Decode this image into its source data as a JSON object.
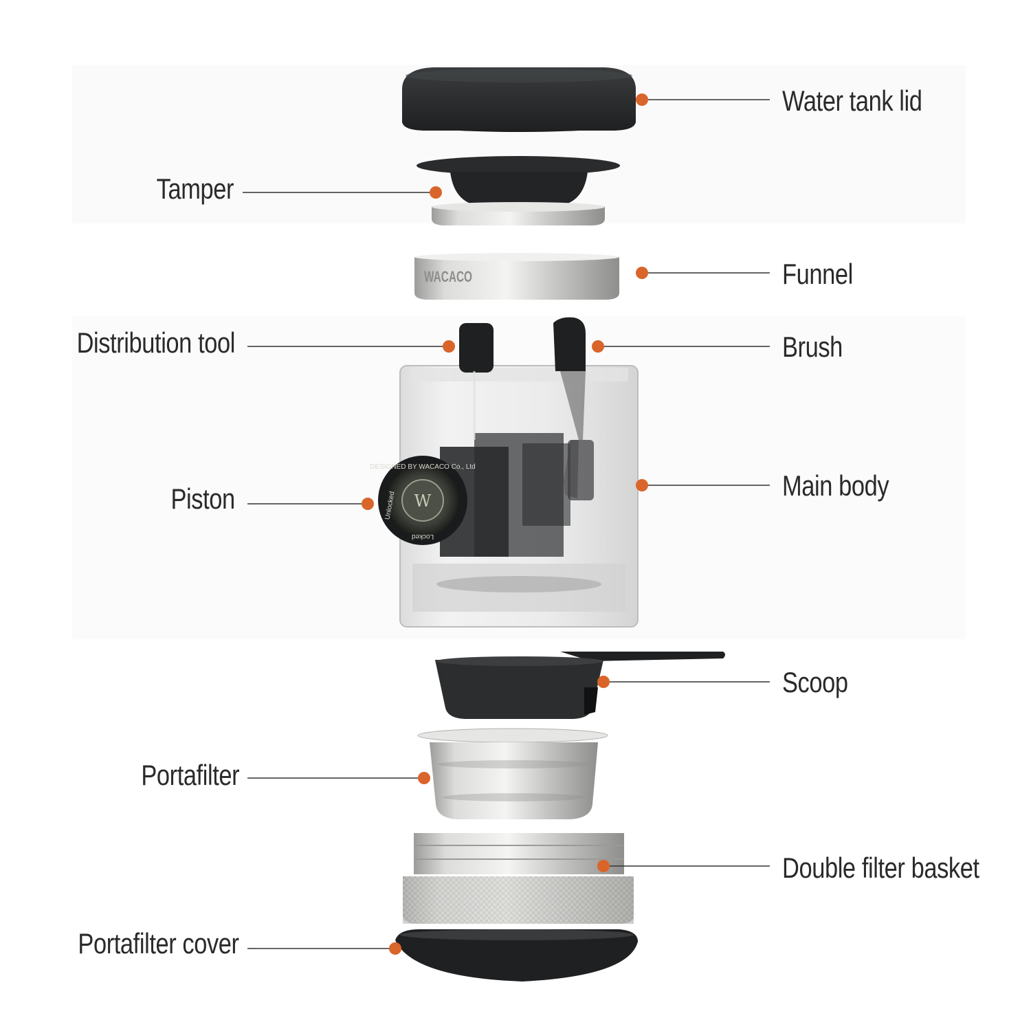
{
  "labels": {
    "water_tank_lid": "Water tank lid",
    "tamper": "Tamper",
    "funnel": "Funnel",
    "distribution_tool": "Distribution tool",
    "brush": "Brush",
    "piston": "Piston",
    "main_body": "Main body",
    "scoop": "Scoop",
    "portafilter": "Portafilter",
    "double_filter_basket": "Double filter basket",
    "portafilter_cover": "Portafilter cover"
  },
  "engravings": {
    "funnel_brand": "WACACO",
    "piston_top": "DESIGNED BY WACACO Co., Ltd",
    "piston_unlocked": "Unlocked",
    "piston_locked": "Locked"
  },
  "colors": {
    "marker": "#d9652b",
    "leader_line": "#333333",
    "label_text": "#2a2a2a",
    "dark_part": "#2b2d2f",
    "metal": "#c9c9c7"
  }
}
